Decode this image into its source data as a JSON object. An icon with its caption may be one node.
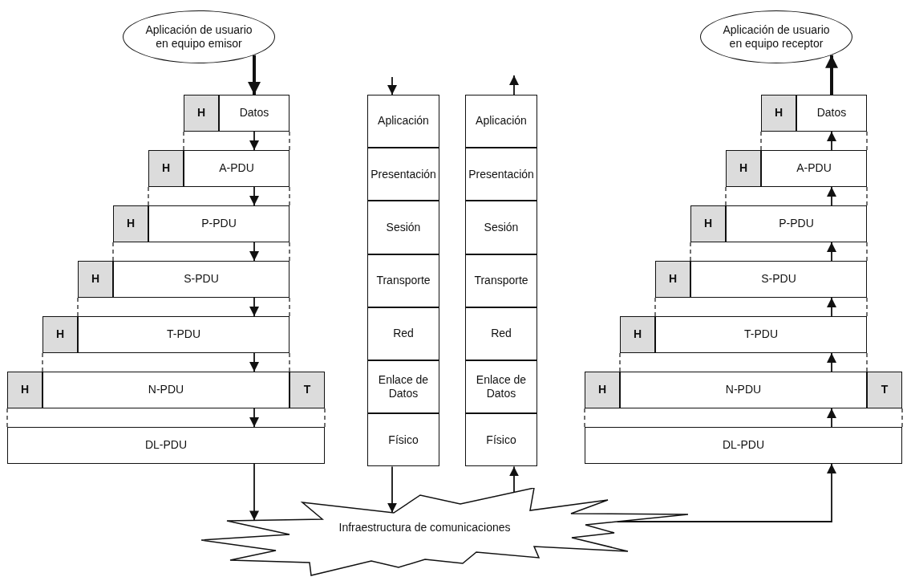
{
  "diagram": {
    "nodes": [
      {
        "text": [
          "Aplicación de usuario en equipo emisor"
        ]
      },
      {
        "text": [
          "H"
        ]
      },
      {
        "text": [
          "Datos"
        ]
      },
      {
        "text": [
          "H"
        ]
      },
      {
        "text": [
          "A-PDU"
        ]
      },
      {
        "text": [
          "H"
        ]
      },
      {
        "text": [
          "P-PDU"
        ]
      },
      {
        "text": [
          "H"
        ]
      },
      {
        "text": [
          "S-PDU"
        ]
      },
      {
        "text": [
          "H"
        ]
      },
      {
        "text": [
          "T-PDU"
        ]
      },
      {
        "text": [
          "H"
        ]
      },
      {
        "text": [
          "N-PDU"
        ]
      },
      {
        "text": [
          "T"
        ]
      },
      {
        "text": [
          "DL-PDU"
        ]
      },
      {
        "text": [
          "Aplicación"
        ]
      },
      {
        "text": [
          "Presentación"
        ]
      },
      {
        "text": [
          "Sesión"
        ]
      },
      {
        "text": [
          "Transporte"
        ]
      },
      {
        "text": [
          "Red"
        ]
      },
      {
        "text": [
          "Enlace de Datos"
        ]
      },
      {
        "text": [
          "Físico"
        ]
      },
      {
        "text": [
          "Aplicación"
        ]
      },
      {
        "text": [
          "Presentación"
        ]
      },
      {
        "text": [
          "Sesión"
        ]
      },
      {
        "text": [
          "Transporte"
        ]
      },
      {
        "text": [
          "Red"
        ]
      },
      {
        "text": [
          "Enlace de Datos"
        ]
      },
      {
        "text": [
          "Físico"
        ]
      },
      {
        "text": [
          "Aplicación de usuario en equipo receptor"
        ]
      },
      {
        "text": [
          "H"
        ]
      },
      {
        "text": [
          "Datos"
        ]
      },
      {
        "text": [
          "H"
        ]
      },
      {
        "text": [
          "A-PDU"
        ]
      },
      {
        "text": [
          "H"
        ]
      },
      {
        "text": [
          "P-PDU"
        ]
      },
      {
        "text": [
          "H"
        ]
      },
      {
        "text": [
          "S-PDU"
        ]
      },
      {
        "text": [
          "H"
        ]
      },
      {
        "text": [
          "T-PDU"
        ]
      },
      {
        "text": [
          "H"
        ]
      },
      {
        "text": [
          "N-PDU"
        ]
      },
      {
        "text": [
          "T"
        ]
      },
      {
        "text": [
          "DL-PDU"
        ]
      },
      {
        "text": [
          "Infraestructura de comunicaciones"
        ]
      }
    ],
    "edges": [
      {
        "from": 0,
        "to": 2,
        "arrow": "to",
        "style": "thick"
      },
      {
        "from": 2,
        "to": 4,
        "arrow": "to"
      },
      {
        "from": 4,
        "to": 6,
        "arrow": "to"
      },
      {
        "from": 6,
        "to": 8,
        "arrow": "to"
      },
      {
        "from": 8,
        "to": 10,
        "arrow": "to"
      },
      {
        "from": 10,
        "to": 12,
        "arrow": "to"
      },
      {
        "from": 12,
        "to": 14,
        "arrow": "to"
      },
      {
        "from": 14,
        "to": 44,
        "arrow": "to"
      },
      {
        "from": null,
        "to": 15,
        "arrow": "to"
      },
      {
        "from": 21,
        "to": 44,
        "arrow": "to"
      },
      {
        "from": 44,
        "to": 28,
        "arrow": "to"
      },
      {
        "from": 22,
        "to": null,
        "arrow": "to"
      },
      {
        "from": 44,
        "to": 43,
        "arrow": "to"
      },
      {
        "from": 43,
        "to": 41,
        "arrow": "to"
      },
      {
        "from": 41,
        "to": 39,
        "arrow": "to"
      },
      {
        "from": 39,
        "to": 37,
        "arrow": "to"
      },
      {
        "from": 37,
        "to": 35,
        "arrow": "to"
      },
      {
        "from": 35,
        "to": 33,
        "arrow": "to"
      },
      {
        "from": 33,
        "to": 31,
        "arrow": "to"
      },
      {
        "from": 31,
        "to": 29,
        "arrow": "to",
        "style": "thick"
      }
    ]
  }
}
